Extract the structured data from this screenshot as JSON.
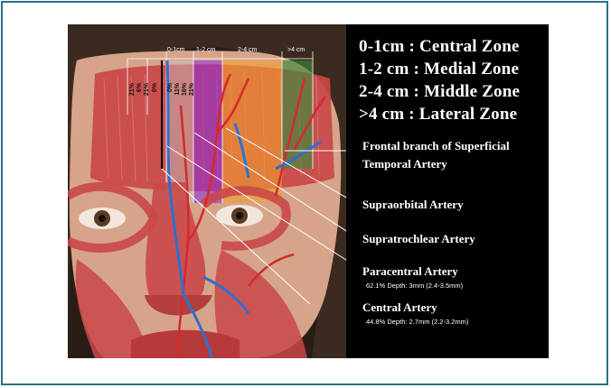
{
  "zones": [
    "0-1cm : Central Zone",
    "1-2 cm : Medial Zone",
    "2-4 cm : Middle Zone",
    ">4  cm : Lateral Zone"
  ],
  "zone_headers": [
    "0-1cm",
    "1-2 cm",
    "2-4 cm",
    ">4 cm"
  ],
  "percentages": [
    "21%",
    "6%",
    "21%",
    "0%",
    "0%",
    "11%",
    "16%",
    "21%"
  ],
  "arteries": {
    "frontal_branch_line1": "Frontal branch of Superficial",
    "frontal_branch_line2": "Temporal Artery",
    "supraorbital": "Supraorbital Artery",
    "supratrochlear": "Supratrochlear Artery",
    "paracentral": "Paracentral Artery",
    "paracentral_stat": "62.1%  Depth: 3mm (2.4-3.5mm)",
    "central": "Central Artery",
    "central_stat": "44.8%  Depth: 2.7mm (2.2-3.2mm)"
  },
  "colors": {
    "frame": "#2a6f8e",
    "zone_central": "#c8c8c8",
    "zone_medial": "#8a2be2",
    "zone_middle": "#f0a030",
    "zone_lateral": "#3a8a3a",
    "artery": "#d42a2a",
    "vein": "#2f6fd0",
    "muscle": "#c94848"
  }
}
